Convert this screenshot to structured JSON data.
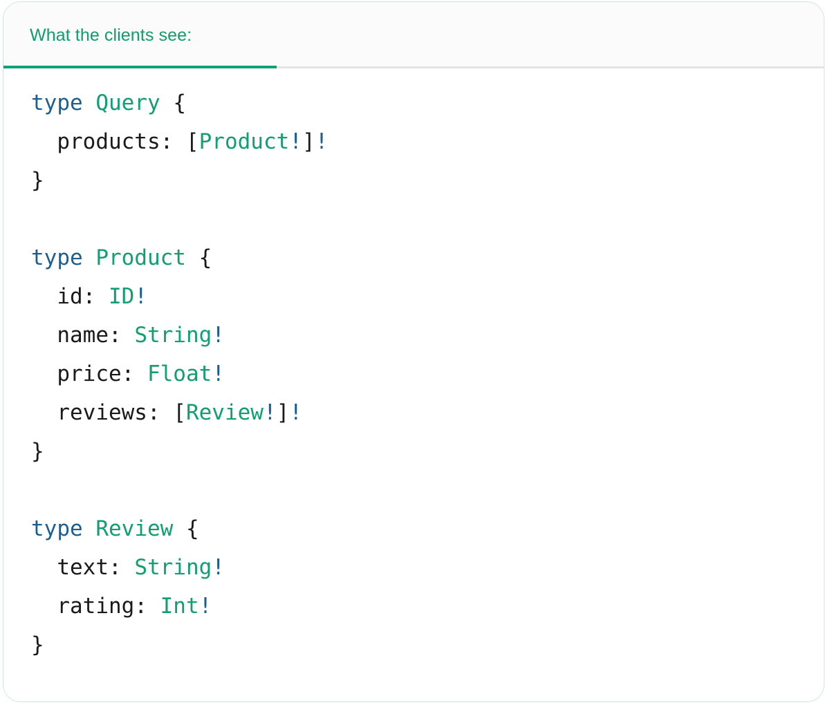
{
  "card": {
    "accent_color": "#11a07a",
    "keyword_color": "#1b5e92",
    "type_name_color": "#10a070",
    "punctuation_color": "#1a1a1a",
    "border_color": "#cfe7da"
  },
  "tabs": [
    {
      "label": "What the clients see:",
      "active": true
    }
  ],
  "code": {
    "language": "graphql",
    "lines": [
      {
        "tokens": [
          {
            "t": "type",
            "c": "kw"
          },
          {
            "t": " ",
            "c": "punc"
          },
          {
            "t": "Query",
            "c": "tname"
          },
          {
            "t": " ",
            "c": "punc"
          },
          {
            "t": "{",
            "c": "punc"
          }
        ]
      },
      {
        "tokens": [
          {
            "t": "  ",
            "c": "punc"
          },
          {
            "t": "products",
            "c": "field"
          },
          {
            "t": ": ",
            "c": "punc"
          },
          {
            "t": "[",
            "c": "punc"
          },
          {
            "t": "Product",
            "c": "tname"
          },
          {
            "t": "!",
            "c": "bang"
          },
          {
            "t": "]",
            "c": "punc"
          },
          {
            "t": "!",
            "c": "bang"
          }
        ]
      },
      {
        "tokens": [
          {
            "t": "}",
            "c": "punc"
          }
        ]
      },
      {
        "tokens": []
      },
      {
        "tokens": [
          {
            "t": "type",
            "c": "kw"
          },
          {
            "t": " ",
            "c": "punc"
          },
          {
            "t": "Product",
            "c": "tname"
          },
          {
            "t": " ",
            "c": "punc"
          },
          {
            "t": "{",
            "c": "punc"
          }
        ]
      },
      {
        "tokens": [
          {
            "t": "  ",
            "c": "punc"
          },
          {
            "t": "id",
            "c": "field"
          },
          {
            "t": ": ",
            "c": "punc"
          },
          {
            "t": "ID",
            "c": "tname"
          },
          {
            "t": "!",
            "c": "bang"
          }
        ]
      },
      {
        "tokens": [
          {
            "t": "  ",
            "c": "punc"
          },
          {
            "t": "name",
            "c": "field"
          },
          {
            "t": ": ",
            "c": "punc"
          },
          {
            "t": "String",
            "c": "tname"
          },
          {
            "t": "!",
            "c": "bang"
          }
        ]
      },
      {
        "tokens": [
          {
            "t": "  ",
            "c": "punc"
          },
          {
            "t": "price",
            "c": "field"
          },
          {
            "t": ": ",
            "c": "punc"
          },
          {
            "t": "Float",
            "c": "tname"
          },
          {
            "t": "!",
            "c": "bang"
          }
        ]
      },
      {
        "tokens": [
          {
            "t": "  ",
            "c": "punc"
          },
          {
            "t": "reviews",
            "c": "field"
          },
          {
            "t": ": ",
            "c": "punc"
          },
          {
            "t": "[",
            "c": "punc"
          },
          {
            "t": "Review",
            "c": "tname"
          },
          {
            "t": "!",
            "c": "bang"
          },
          {
            "t": "]",
            "c": "punc"
          },
          {
            "t": "!",
            "c": "bang"
          }
        ]
      },
      {
        "tokens": [
          {
            "t": "}",
            "c": "punc"
          }
        ]
      },
      {
        "tokens": []
      },
      {
        "tokens": [
          {
            "t": "type",
            "c": "kw"
          },
          {
            "t": " ",
            "c": "punc"
          },
          {
            "t": "Review",
            "c": "tname"
          },
          {
            "t": " ",
            "c": "punc"
          },
          {
            "t": "{",
            "c": "punc"
          }
        ]
      },
      {
        "tokens": [
          {
            "t": "  ",
            "c": "punc"
          },
          {
            "t": "text",
            "c": "field"
          },
          {
            "t": ": ",
            "c": "punc"
          },
          {
            "t": "String",
            "c": "tname"
          },
          {
            "t": "!",
            "c": "bang"
          }
        ]
      },
      {
        "tokens": [
          {
            "t": "  ",
            "c": "punc"
          },
          {
            "t": "rating",
            "c": "field"
          },
          {
            "t": ": ",
            "c": "punc"
          },
          {
            "t": "Int",
            "c": "tname"
          },
          {
            "t": "!",
            "c": "bang"
          }
        ]
      },
      {
        "tokens": [
          {
            "t": "}",
            "c": "punc"
          }
        ]
      }
    ]
  }
}
